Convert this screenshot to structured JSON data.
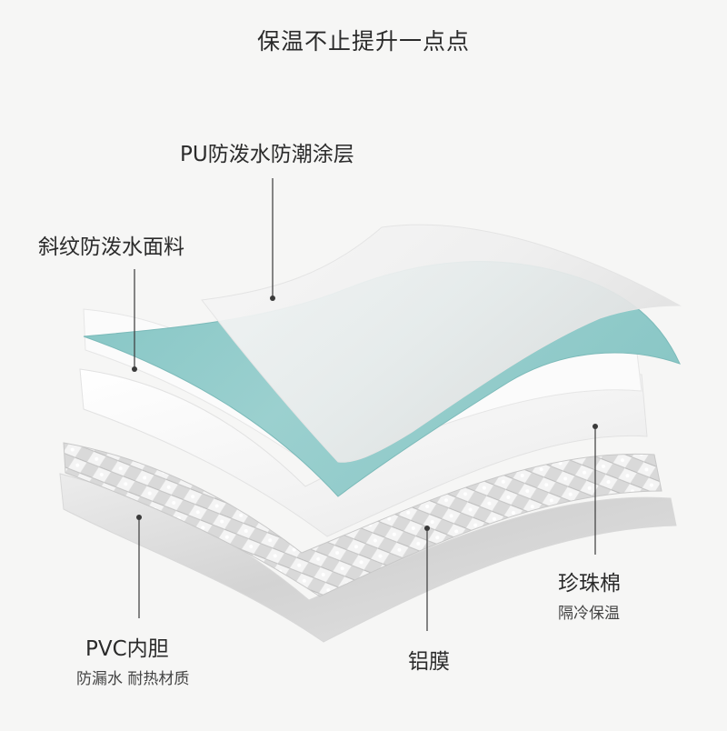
{
  "title": "保温不止提升一点点",
  "layers": {
    "pu_coating": "PU防泼水防潮涂层",
    "twill_fabric": "斜纹防泼水面料",
    "pearl_cotton": {
      "name": "珍珠棉",
      "feature": "隔冷保温"
    },
    "pvc_liner": {
      "name": "PVC内胆",
      "feature": "防漏水 耐热材质"
    },
    "aluminum_film": "铝膜"
  },
  "colors": {
    "background": "#f6f6f5",
    "teal_fabric": "#8ecac9",
    "pvc_gray": "#cfcfcf",
    "foil_silver": "#dcdcdc",
    "white_layer": "#fdfdfd",
    "leader_line": "#3a3a3a"
  }
}
